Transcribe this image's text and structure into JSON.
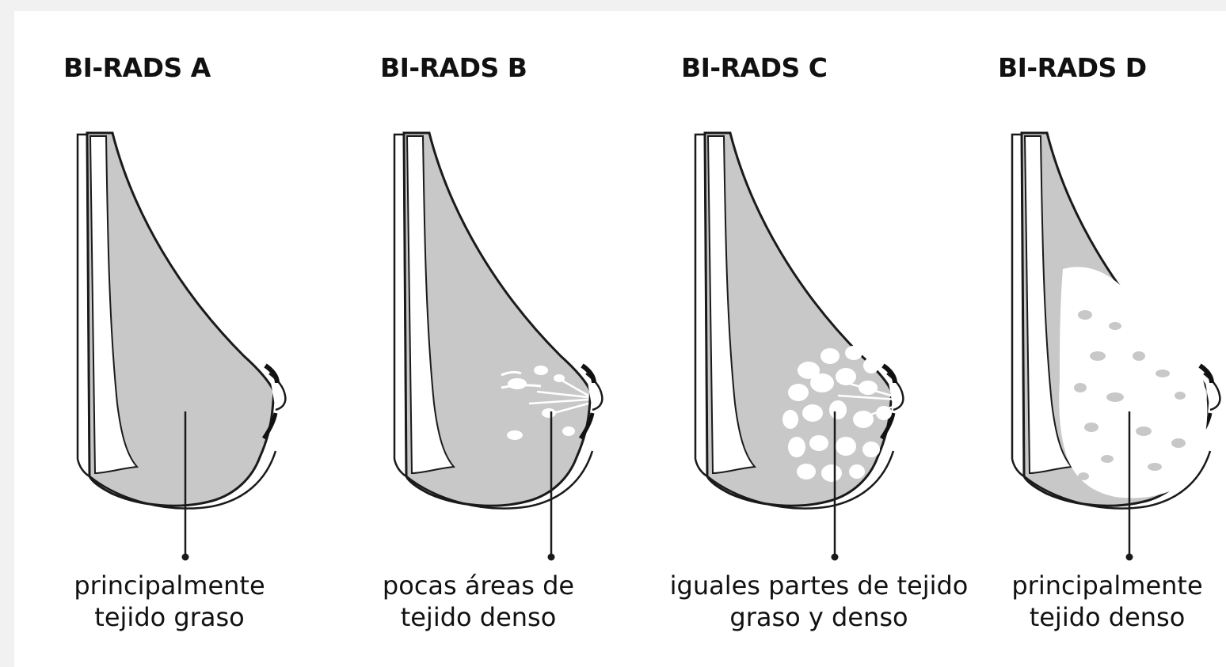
{
  "colors": {
    "fat_tissue": "#c8c8c8",
    "dense_tissue": "#ffffff",
    "outline": "#1a1a1a",
    "nipple_edge": "#111111"
  },
  "panels": [
    {
      "title": "BI-RADS A",
      "caption_line1": "principalmente",
      "caption_line2": "tejido graso",
      "density": "fatty"
    },
    {
      "title": "BI-RADS B",
      "caption_line1": "pocas áreas de",
      "caption_line2": "tejido denso",
      "density": "scattered"
    },
    {
      "title": "BI-RADS C",
      "caption_line1": "iguales partes de tejido",
      "caption_line2": "graso y denso",
      "density": "heterogeneous"
    },
    {
      "title": "BI-RADS D",
      "caption_line1": "principalmente",
      "caption_line2": "tejido denso",
      "density": "extreme"
    }
  ]
}
